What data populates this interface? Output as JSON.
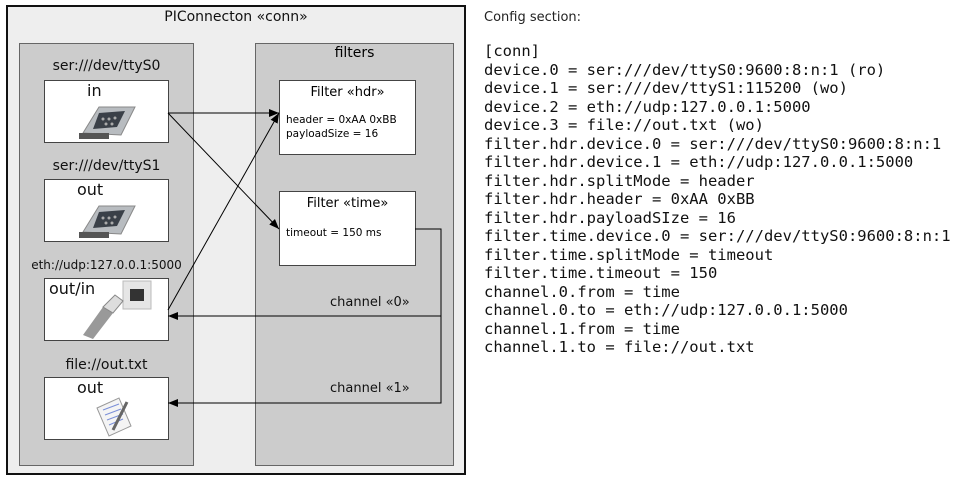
{
  "diagram": {
    "title": "PIConnecton «conn»",
    "filters_label": "filters",
    "devices": [
      {
        "label": "ser:///dev/ttyS0",
        "mode": "in",
        "icon": "serial-port-icon"
      },
      {
        "label": "ser:///dev/ttyS1",
        "mode": "out",
        "icon": "serial-port-icon"
      },
      {
        "label": "eth://udp:127.0.0.1:5000",
        "mode": "out/in",
        "icon": "ethernet-icon"
      },
      {
        "label": "file://out.txt",
        "mode": "out",
        "icon": "text-file-icon"
      }
    ],
    "filters": [
      {
        "title": "Filter «hdr»",
        "props": [
          "header = 0xAA 0xBB",
          "payloadSize = 16"
        ]
      },
      {
        "title": "Filter «time»",
        "props": [
          "timeout = 150 ms"
        ]
      }
    ],
    "channels": [
      "channel «0»",
      "channel «1»"
    ]
  },
  "config": {
    "title": "Config section:",
    "lines": [
      "[conn]",
      "device.0 = ser:///dev/ttyS0:9600:8:n:1 (ro)",
      "device.1 = ser:///dev/ttyS1:115200 (wo)",
      "device.2 = eth://udp:127.0.0.1:5000",
      "device.3 = file://out.txt (wo)",
      "filter.hdr.device.0 = ser:///dev/ttyS0:9600:8:n:1",
      "filter.hdr.device.1 = eth://udp:127.0.0.1:5000",
      "filter.hdr.splitMode = header",
      "filter.hdr.header = 0xAA 0xBB",
      "filter.hdr.payloadSIze = 16",
      "filter.time.device.0 = ser:///dev/ttyS0:9600:8:n:1",
      "filter.time.splitMode = timeout",
      "filter.time.timeout = 150",
      "channel.0.from = time",
      "channel.0.to = eth://udp:127.0.0.1:5000",
      "channel.1.from = time",
      "channel.1.to = file://out.txt"
    ]
  }
}
